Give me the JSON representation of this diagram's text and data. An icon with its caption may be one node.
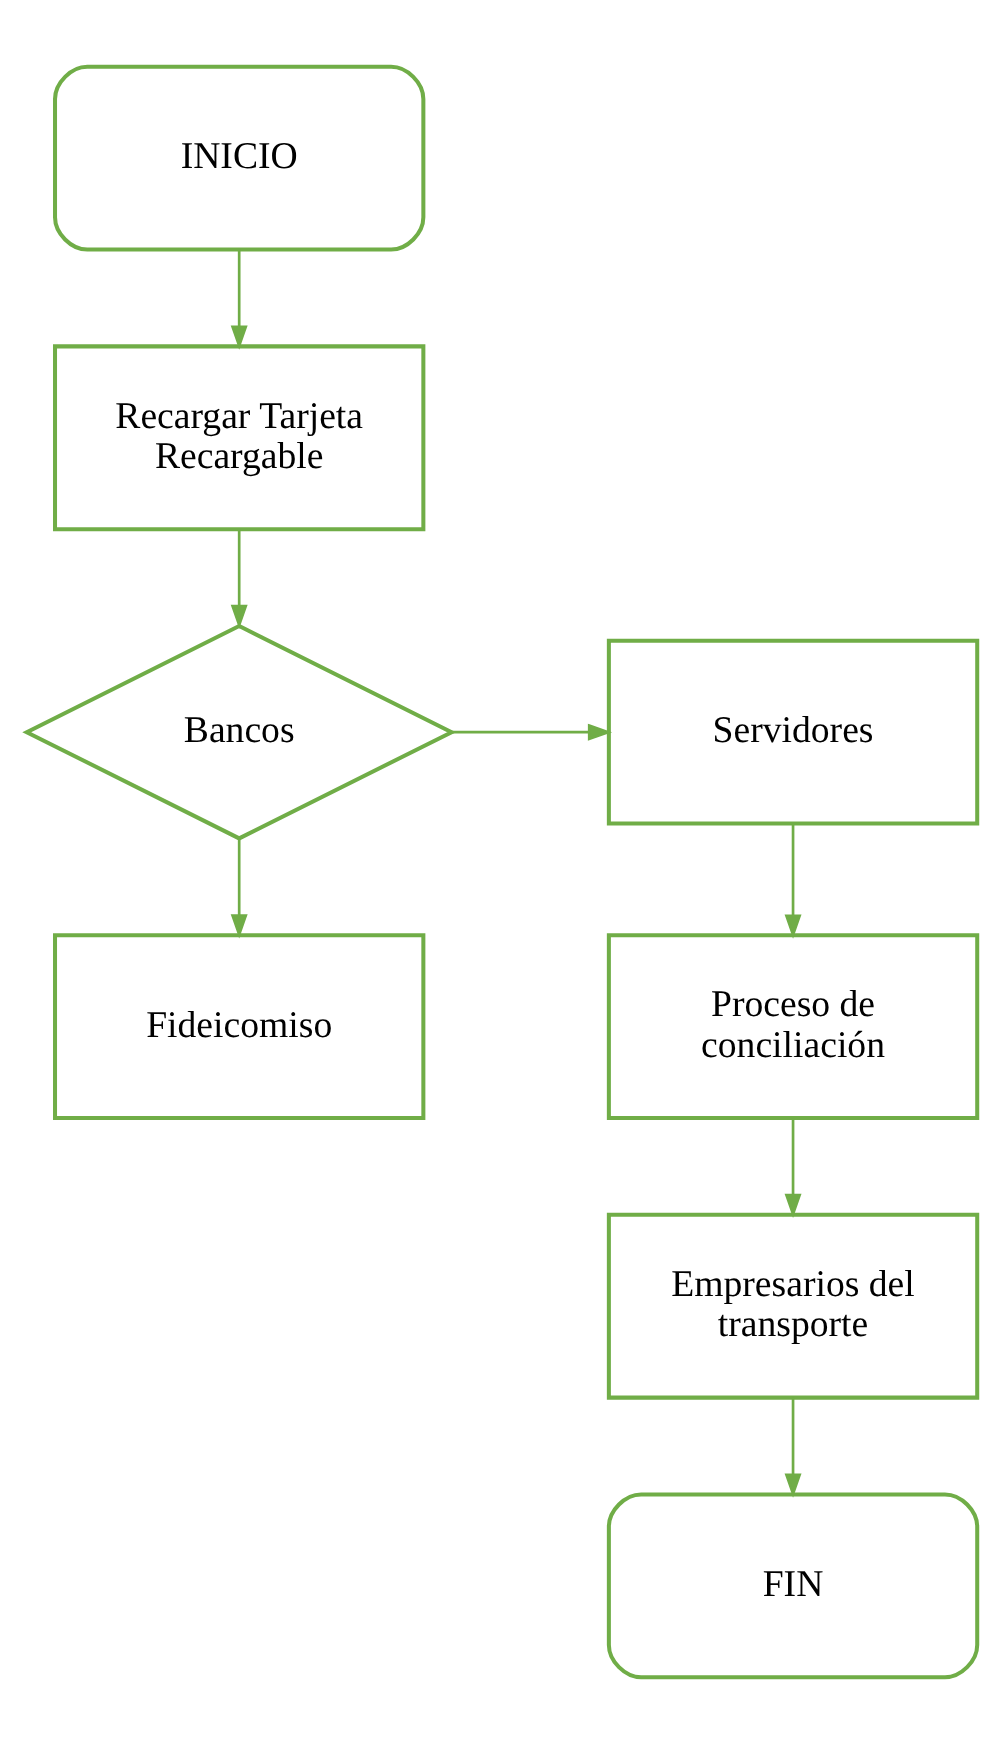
{
  "diagram": {
    "nodes": [
      {
        "text": [
          "INICIO"
        ]
      },
      {
        "text": [
          "Recargar Tarjeta Recargable"
        ]
      },
      {
        "text": [
          "Bancos"
        ]
      },
      {
        "text": [
          "Servidores"
        ]
      },
      {
        "text": [
          "Fideicomiso"
        ]
      },
      {
        "text": [
          "Proceso de conciliación"
        ]
      },
      {
        "text": [
          "Empresarios del transporte"
        ]
      },
      {
        "text": [
          "FIN"
        ]
      }
    ],
    "edges": [
      {
        "from": 0,
        "to": 1,
        "arrow": "to"
      },
      {
        "from": 1,
        "to": 2,
        "arrow": "to"
      },
      {
        "from": 2,
        "to": 3,
        "arrow": "to"
      },
      {
        "from": 2,
        "to": 4,
        "arrow": "to"
      },
      {
        "from": 3,
        "to": 5,
        "arrow": "to"
      },
      {
        "from": 5,
        "to": 6,
        "arrow": "to"
      },
      {
        "from": 6,
        "to": 7,
        "arrow": "to"
      }
    ]
  }
}
